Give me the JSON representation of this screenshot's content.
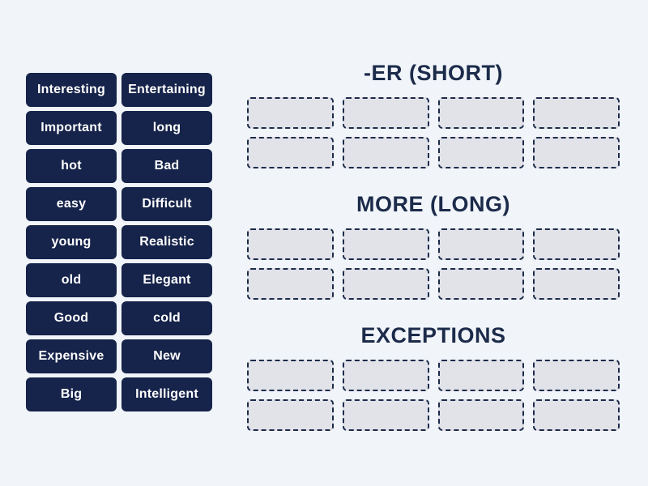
{
  "page": {
    "background": "#f1f5fa"
  },
  "palette": {
    "tile_background": "#16234a",
    "tile_text": "#ffffff",
    "zone_fill": "#e2e2e9",
    "zone_border": "#1c2b4a",
    "heading_text": "#1c2b4a"
  },
  "tiles": [
    "Interesting",
    "Entertaining",
    "Important",
    "long",
    "hot",
    "Bad",
    "easy",
    "Difficult",
    "young",
    "Realistic",
    "old",
    "Elegant",
    "Good",
    "cold",
    "Expensive",
    "New",
    "Big",
    "Intelligent"
  ],
  "groups": [
    {
      "label": "-ER (SHORT)",
      "slots": 8
    },
    {
      "label": "MORE (LONG)",
      "slots": 8
    },
    {
      "label": "EXCEPTIONS",
      "slots": 8
    }
  ]
}
